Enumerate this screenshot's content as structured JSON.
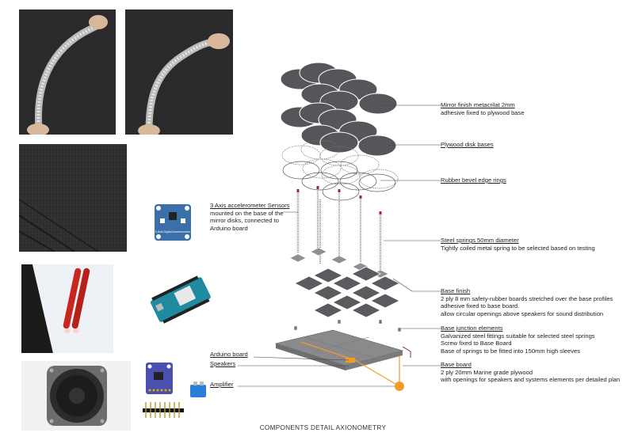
{
  "caption": "COMPONENTS DETAIL AXIONOMETRY",
  "photos": {
    "sensor_board_text": "3-Axis Digital Accelerometer"
  },
  "labels": {
    "mirror_finish": {
      "title": "Mirror finish metacrilat 2mm",
      "lines": [
        "adhesive fixed to plywood base"
      ]
    },
    "plywood_disk_bases": {
      "title": "Plywood disk bases",
      "lines": []
    },
    "rubber_bevel": {
      "title": "Rubber bevel edge rings",
      "lines": []
    },
    "accelerometer": {
      "title": "3 Axis accelerometer Sensors",
      "lines": [
        "mounted on the base of the",
        "mirror disks, connected to",
        "Arduino board"
      ]
    },
    "steel_springs": {
      "title": "Steel springs 50mm diameter",
      "lines": [
        "Tightly coiled metal spring to be selected based on testing"
      ]
    },
    "base_finish": {
      "title": "Base finish",
      "lines": [
        "2 ply 8 mm safety-rubber boards stretched over the base profiles",
        "adhesive fixed to base board.",
        "allow circular openings above speakers for sound distribution"
      ]
    },
    "base_junction": {
      "title": "Base junction elements",
      "lines": [
        "Galvanized steel fittings suitable for selected steel springs",
        "Screw fixed to Base Board",
        "Base of springs to be fitted into 150mm high sleeves"
      ]
    },
    "arduino_board": {
      "title": "Arduino board",
      "lines": []
    },
    "speakers": {
      "title": "Speakers",
      "lines": []
    },
    "base_board": {
      "title": "Base board",
      "lines": [
        "2 ply 20mm Marine grade plywood",
        "with openings for speakers and systems elements per detailed plan"
      ]
    },
    "amplifier": {
      "title": "Amplifier",
      "lines": []
    }
  },
  "colors": {
    "disk_fill": "#555559",
    "spring_accent": "#9b1f5f",
    "wire_orange": "#f39a2b",
    "base_gray": "#8c8c8c",
    "leader": "#444444"
  }
}
